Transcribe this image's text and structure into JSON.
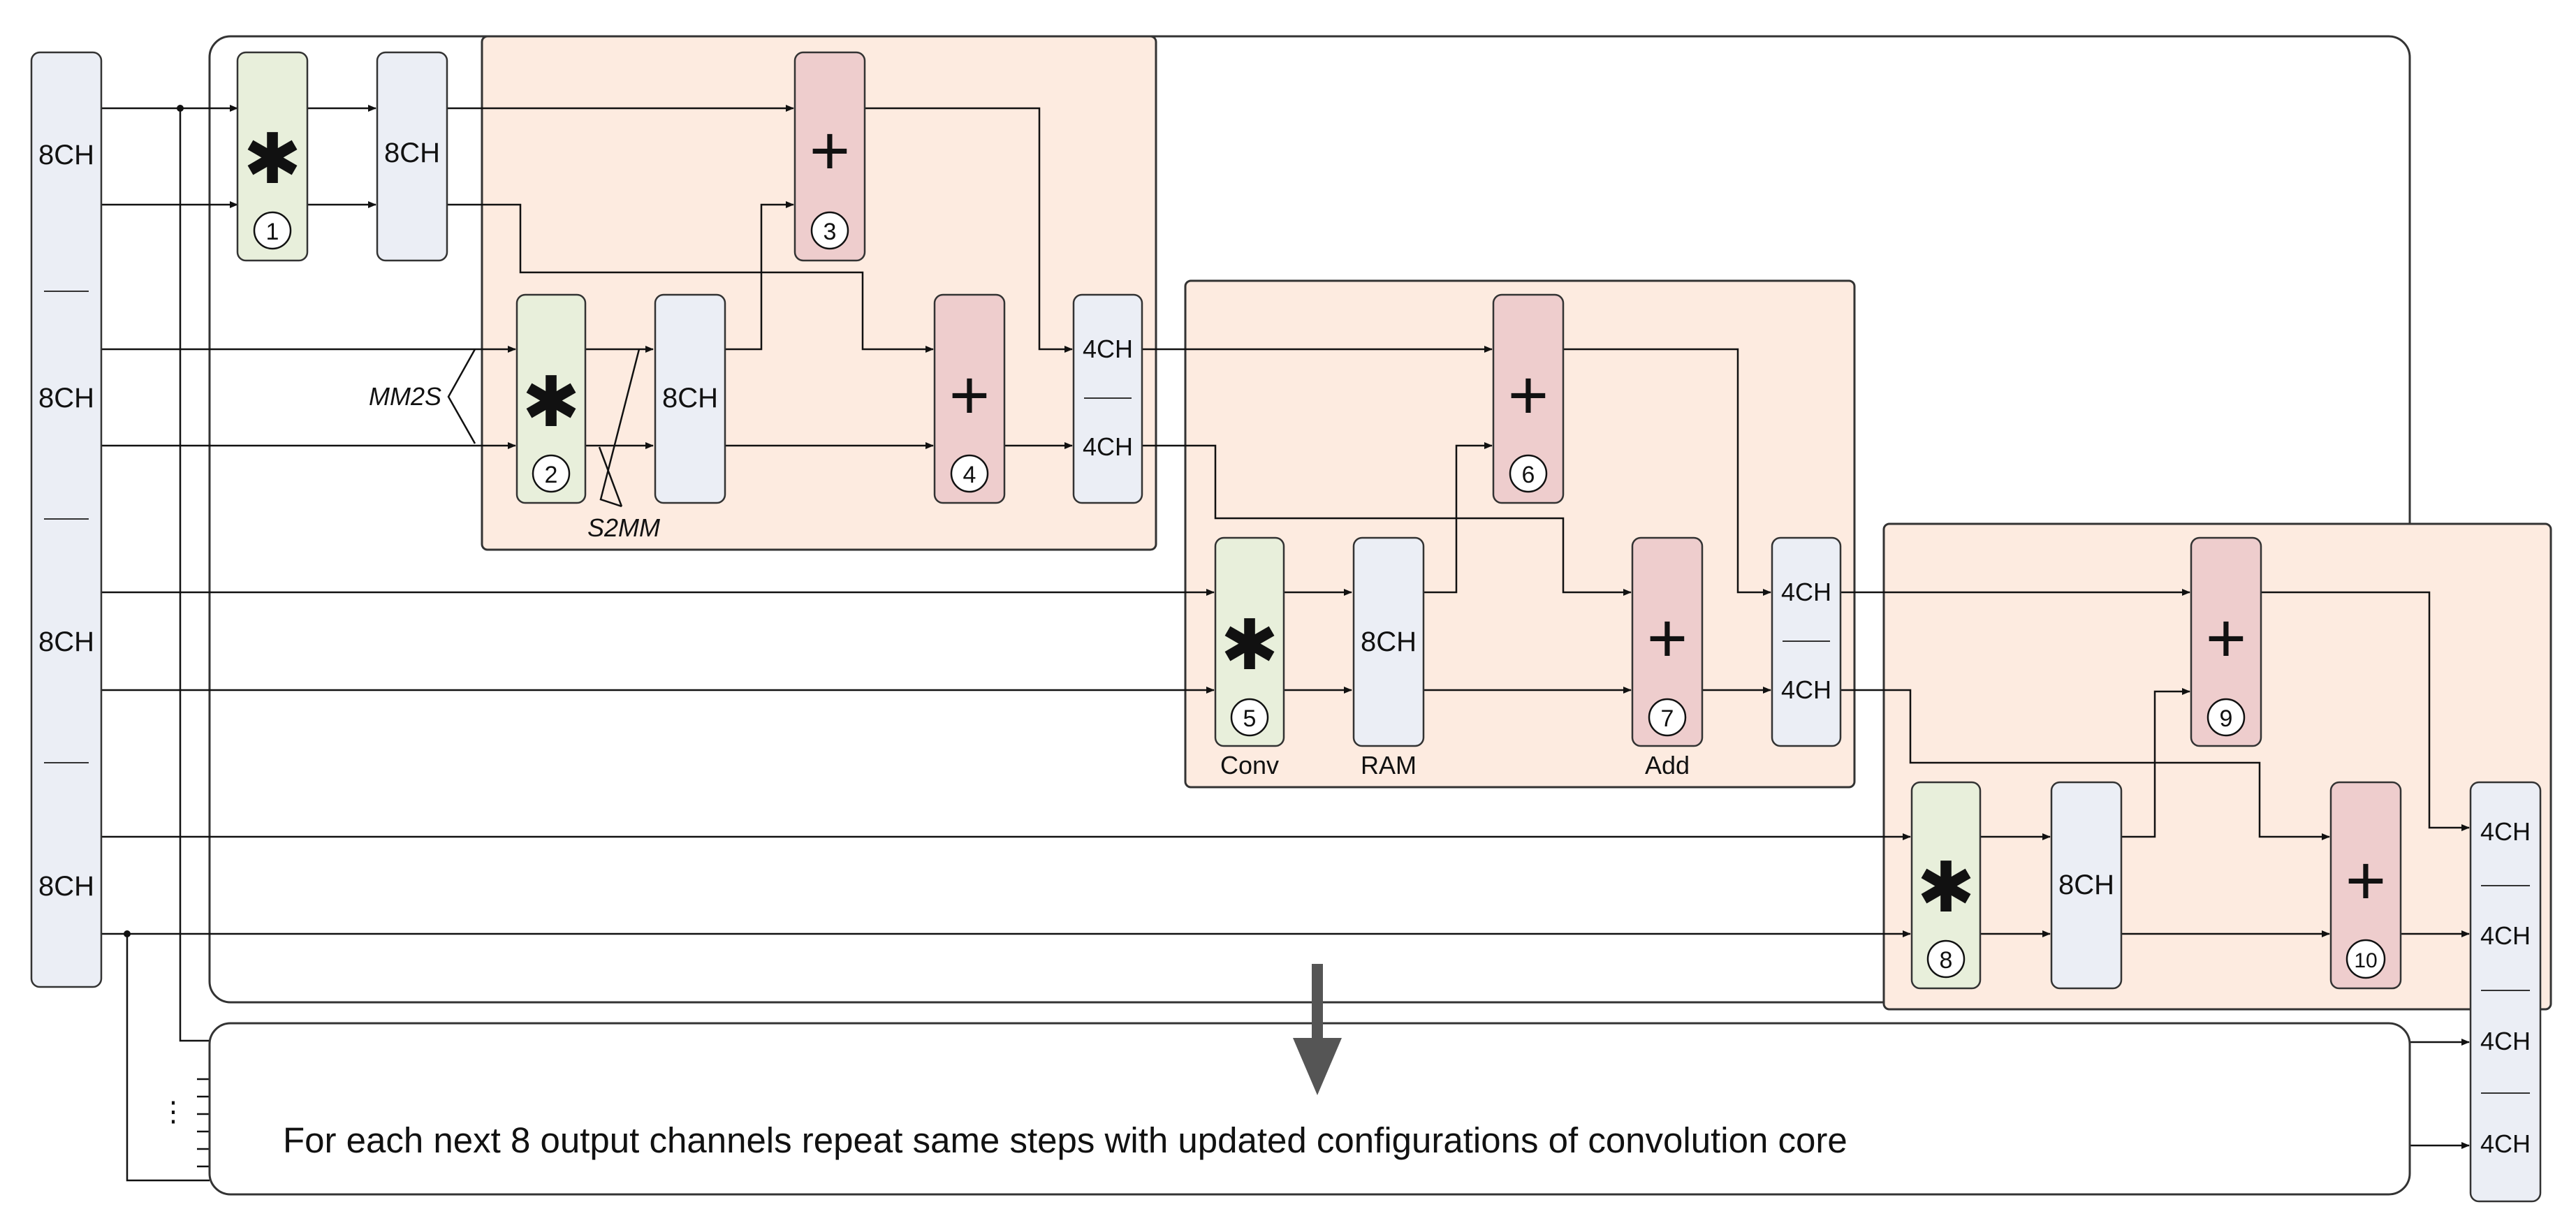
{
  "colors": {
    "stage_bg": "#fdebe0",
    "conv_fill": "#e8efdb",
    "add_fill": "#eecdcd",
    "ram_fill": "#ebeef5",
    "stroke": "#333333",
    "arrow_big": "#555555"
  },
  "input": {
    "labels": [
      "8CH",
      "8CH",
      "8CH",
      "8CH"
    ]
  },
  "stages": [
    {
      "conv_a": {
        "symbol": "✱",
        "num": "1"
      },
      "ram_a": "8CH",
      "conv_b": {
        "symbol": "✱",
        "num": "2"
      },
      "ram_b": "8CH",
      "add_a": {
        "symbol": "+",
        "num": "3"
      },
      "add_b": {
        "symbol": "+",
        "num": "4"
      },
      "out": [
        "4CH",
        "4CH"
      ],
      "mm2s": "MM2S",
      "s2mm": "S2MM"
    },
    {
      "conv": {
        "symbol": "✱",
        "num": "5"
      },
      "ram": "8CH",
      "add_a": {
        "symbol": "+",
        "num": "6"
      },
      "add_b": {
        "symbol": "+",
        "num": "7"
      },
      "out": [
        "4CH",
        "4CH"
      ],
      "caption_conv": "Conv",
      "caption_ram": "RAM",
      "caption_add": "Add"
    },
    {
      "conv": {
        "symbol": "✱",
        "num": "8"
      },
      "ram": "8CH",
      "add_a": {
        "symbol": "+",
        "num": "9"
      },
      "add_b": {
        "symbol": "+",
        "num": "10"
      }
    }
  ],
  "output": {
    "labels": [
      "4CH",
      "4CH",
      "4CH",
      "4CH"
    ]
  },
  "bottom": {
    "text": "For each next 8 output channels repeat same steps with updated configurations of convolution core",
    "dots": "⋮"
  }
}
